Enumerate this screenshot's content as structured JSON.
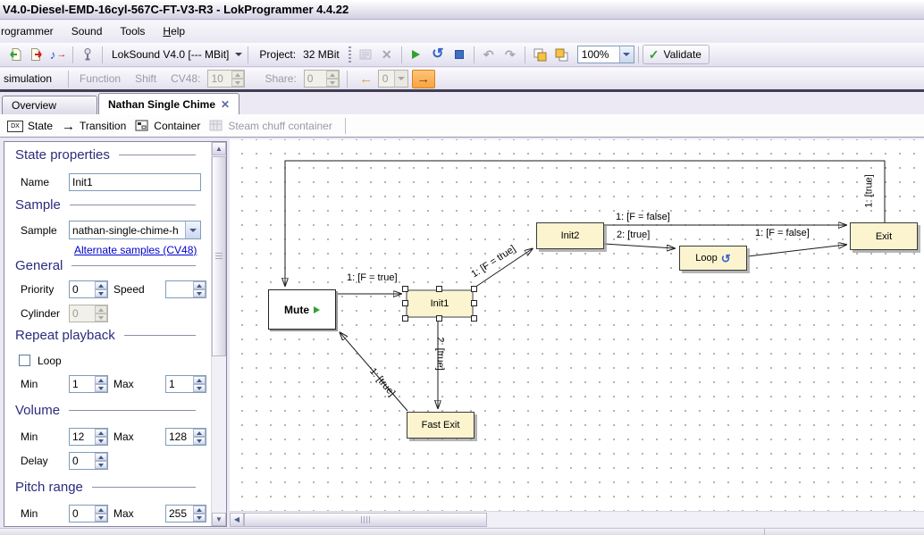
{
  "window": {
    "title": "V4.0-Diesel-EMD-16cyl-567C-FT-V3-R3 - LokProgrammer 4.4.22"
  },
  "menu": {
    "items": [
      "rogrammer",
      "Sound",
      "Tools",
      "Help"
    ]
  },
  "toolbar": {
    "device_selector": "LokSound V4.0 [--- MBit]",
    "project_label": "Project:",
    "project_value": "32 MBit",
    "zoom_value": "100%",
    "validate_label": "Validate"
  },
  "simbar": {
    "label": "simulation",
    "function_label": "Function",
    "shift_label": "Shift",
    "cv48_label": "CV48:",
    "cv48_value": "10",
    "share_label": "Share:",
    "share_value": "0",
    "nav_value": "0"
  },
  "tabs": {
    "overview": "Overview",
    "active": "Nathan Single Chime"
  },
  "toolstrip": {
    "state_label": "State",
    "transition_label": "Transition",
    "container_label": "Container",
    "steam_label": "Steam chuff container",
    "state_icon_text": "DX"
  },
  "properties": {
    "state_header": "State properties",
    "name_label": "Name",
    "name_value": "Init1",
    "sample_header": "Sample",
    "sample_label": "Sample",
    "sample_value": "nathan-single-chime-h",
    "alt_link": "Alternate samples (CV48)",
    "general_header": "General",
    "priority_label": "Priority",
    "priority_value": "0",
    "speed_label": "Speed",
    "speed_value": "",
    "cylinder_label": "Cylinder",
    "cylinder_value": "0",
    "repeat_header": "Repeat playback",
    "loop_label": "Loop",
    "repeat_min_label": "Min",
    "repeat_min": "1",
    "repeat_max_label": "Max",
    "repeat_max": "1",
    "volume_header": "Volume",
    "vol_min_label": "Min",
    "vol_min": "12",
    "vol_max_label": "Max",
    "vol_max": "128",
    "delay_label": "Delay",
    "delay_value": "0",
    "pitch_header": "Pitch range",
    "pitch_min_label": "Min",
    "pitch_min": "0",
    "pitch_max_label": "Max",
    "pitch_max": "255"
  },
  "diagram": {
    "nodes": {
      "mute": "Mute",
      "init1": "Init1",
      "init2": "Init2",
      "loop": "Loop",
      "exit": "Exit",
      "fastexit": "Fast Exit"
    },
    "edge_labels": {
      "exit_to_mute": "1: [true]",
      "mute_to_init1": "1: [F = true]",
      "init1_to_init2": "1: [F = true]",
      "init1_to_fastexit": "2: [true]",
      "fastexit_to_mute": "1: [true]",
      "init2_to_exit": "1: [F = false]",
      "init2_to_loop": "2: [true]",
      "loop_to_exit": "1: [F = false]"
    }
  },
  "icons": {
    "note": "♪",
    "refresh": "↺",
    "undo": "↶",
    "redo": "↷",
    "check": "✓",
    "close": "✕",
    "arrow_left": "←",
    "arrow_right": "→",
    "scroll_up": "▲",
    "scroll_down": "▼",
    "scroll_left": "◀"
  },
  "colors": {
    "node_fill": "#fbf4cf",
    "selection_border": "#9c9c9c",
    "accent_orange": "#f8a33e",
    "link_blue": "#0000cc",
    "header_navy": "#2b2b7e",
    "play_green": "#2fa12f",
    "loop_blue": "#3a5fc8"
  }
}
